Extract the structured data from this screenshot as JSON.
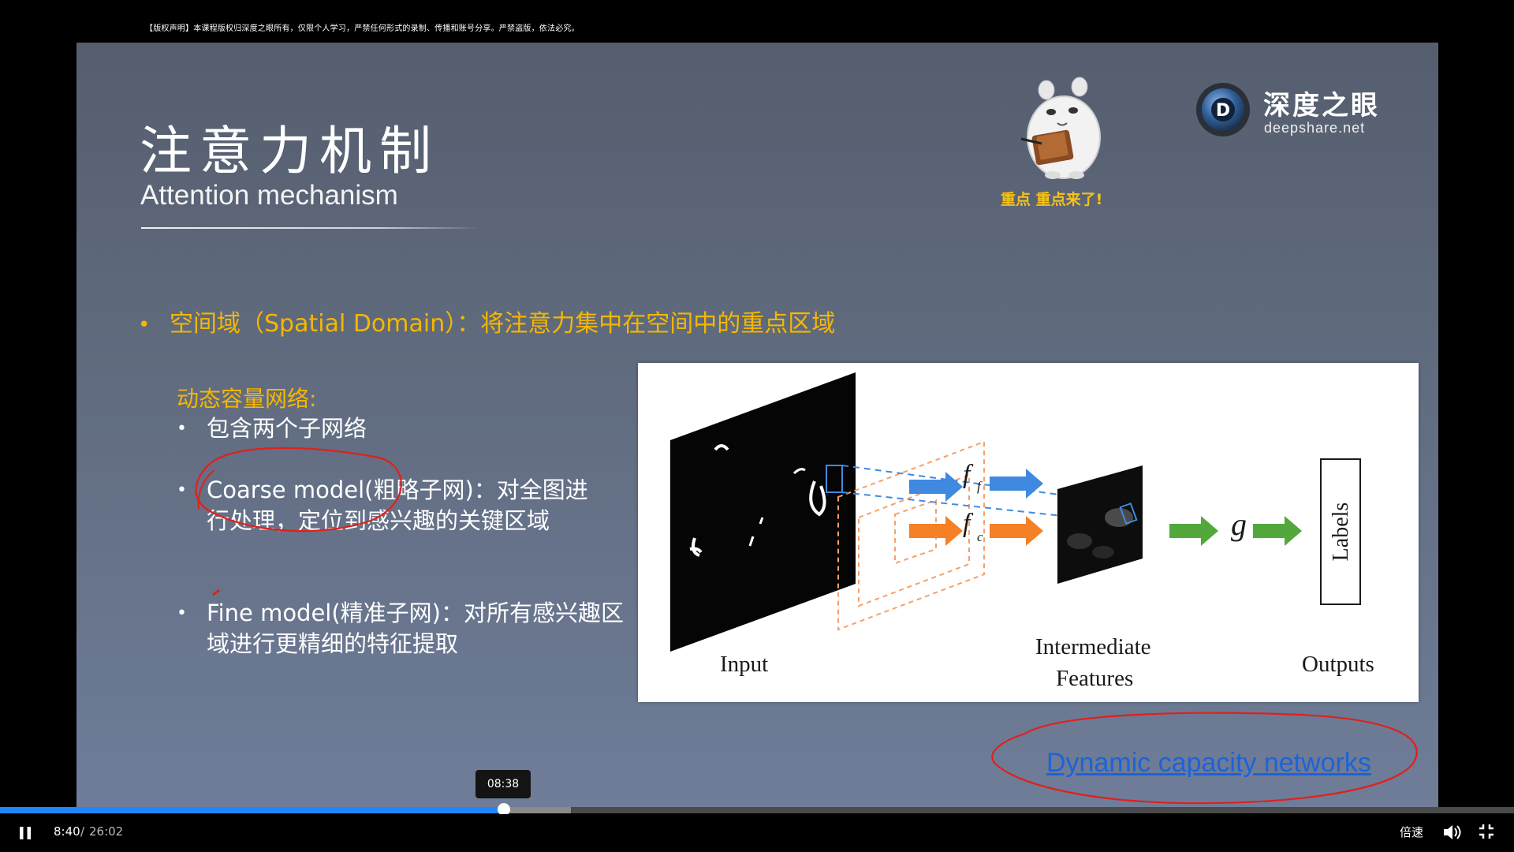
{
  "notice": "【版权声明】本课程版权归深度之眼所有，仅限个人学习，严禁任何形式的录制、传播和账号分享。严禁盗版，依法必究。",
  "slide": {
    "title_cn": "注意力机制",
    "title_en": "Attention mechanism",
    "mascot_caption": "重点  重点来了!",
    "logo": {
      "name": "深度之眼",
      "url": "deepshare.net",
      "badge_letter": "D"
    },
    "spatial_bullet": "•",
    "spatial_line": "空间域（Spatial Domain）：将注意力集中在空间中的重点区域",
    "subhead": "动态容量网络:",
    "bullets": [
      {
        "dot": "•",
        "text": "包含两个子网络"
      },
      {
        "dot": "•",
        "text": "Coarse model(粗略子网)：对全图进行处理，定位到感兴趣的关键区域"
      },
      {
        "dot": "•",
        "text": "Fine model(精准子网)：对所有感兴趣区域进行更精细的特征提取"
      }
    ],
    "figure": {
      "label_input": "Input",
      "label_intermediate_1": "Intermediate",
      "label_intermediate_2": "Features",
      "label_outputs": "Outputs",
      "label_labels": "Labels",
      "label_ff": "f",
      "label_ff_sub": "f",
      "label_fc": "f",
      "label_fc_sub": "c",
      "label_g": "g",
      "colors": {
        "blue_arrow": "#3f8ae0",
        "orange_arrow": "#f58025",
        "green_arrow": "#52a83c"
      }
    },
    "link_text": "Dynamic capacity networks"
  },
  "player": {
    "tooltip_time": "08:38",
    "current_time": "8:40",
    "separator": "/",
    "total_time": "26:02",
    "progress_played": 0.333,
    "progress_buffered": 0.377,
    "speed_label": "倍速",
    "accent": "#1f86ff"
  }
}
